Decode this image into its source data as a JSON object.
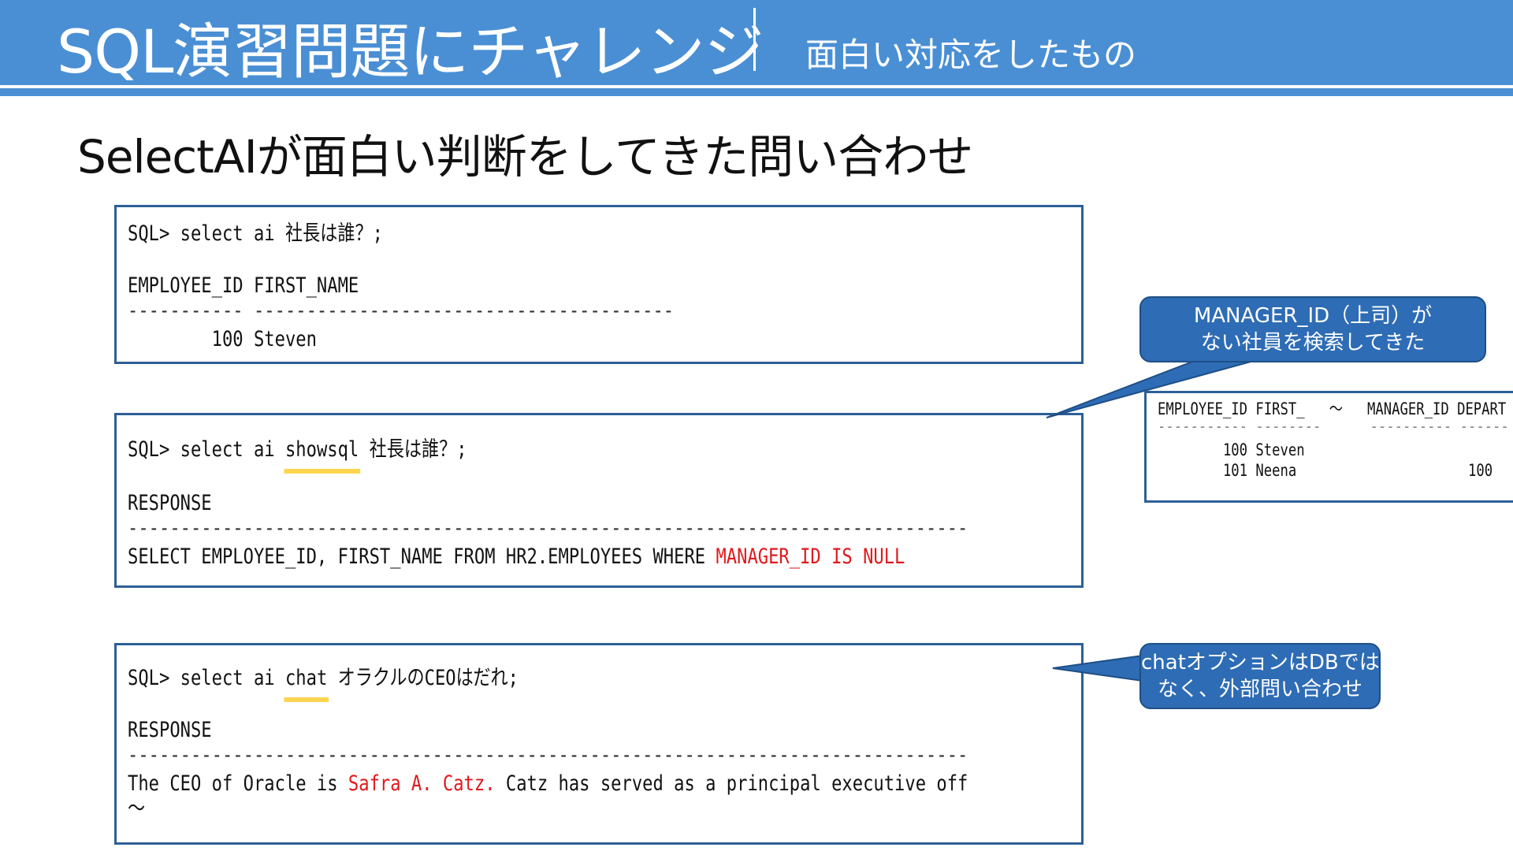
{
  "header": {
    "title": "SQL演習問題にチャレンジ",
    "subtitle": "面白い対応をしたもの"
  },
  "page_heading": "SelectAIが面白い判断をしてきた問い合わせ",
  "box1": {
    "prompt": "SQL> select ai 社長は誰？;",
    "col_headers": "EMPLOYEE_ID FIRST_NAME",
    "separator": "----------- ----------------------------------------",
    "row": "        100 Steven"
  },
  "box2": {
    "prompt_pre": "SQL> select ai ",
    "prompt_kw": "showsql",
    "prompt_post": " 社長は誰？;",
    "response_label": "RESPONSE",
    "separator": "--------------------------------------------------------------------------------",
    "sql_pre": "SELECT EMPLOYEE_ID, FIRST_NAME FROM HR2.EMPLOYEES WHERE ",
    "sql_red": "MANAGER_ID IS NULL"
  },
  "box3": {
    "prompt_pre": "SQL> select ai ",
    "prompt_kw": "chat",
    "prompt_post": " オラクルのCEOはだれ;",
    "response_label": "RESPONSE",
    "separator": "--------------------------------------------------------------------------------",
    "answer_pre": "The CEO of Oracle is ",
    "answer_red": "Safra A. Catz.",
    "answer_post": " Catz has served as a principal executive off",
    "continuation": "～"
  },
  "callout1": {
    "line1": "MANAGER_ID（上司）が",
    "line2": "ない社員を検索してきた"
  },
  "result_snippet": {
    "header": "EMPLOYEE_ID FIRST_   ～   MANAGER_ID DEPART",
    "separator": "----------- --------      ---------- ------",
    "row1": "        100 Steven",
    "row2": "        101 Neena                     100"
  },
  "callout2": {
    "line1": "chatオプションはDBでは",
    "line2": "なく、外部問い合わせ"
  },
  "colors": {
    "header_blue": "#4a8fd4",
    "box_border": "#2d5f96",
    "callout_blue": "#2e6cb5",
    "highlight_red": "#e0191d",
    "underline_yellow": "#ffd54f"
  }
}
